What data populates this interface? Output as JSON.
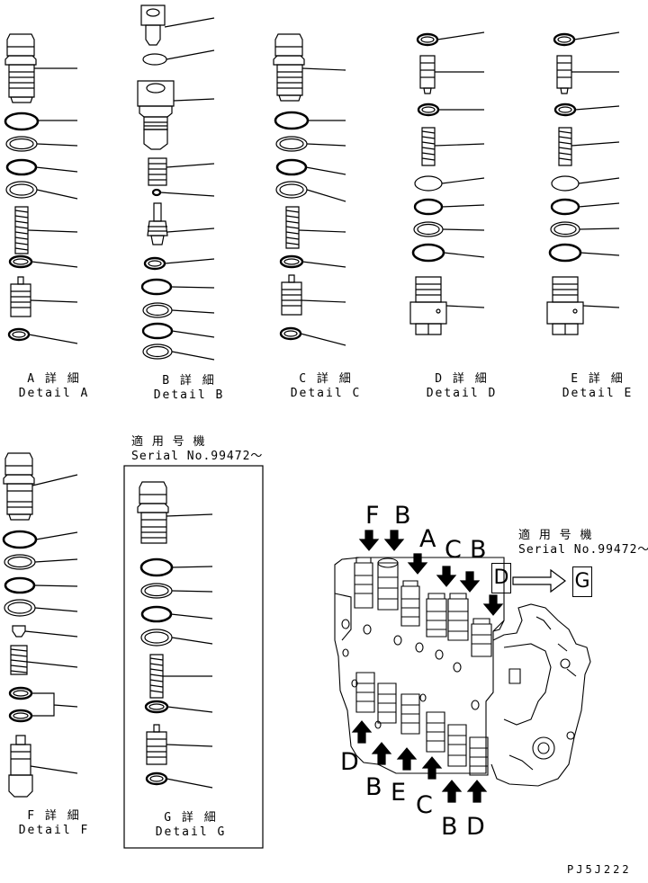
{
  "details": [
    {
      "id": "A",
      "jp": "A 詳 細",
      "en": "Detail A"
    },
    {
      "id": "B",
      "jp": "B 詳 細",
      "en": "Detail B"
    },
    {
      "id": "C",
      "jp": "C 詳 細",
      "en": "Detail C"
    },
    {
      "id": "D",
      "jp": "D 詳 細",
      "en": "Detail D"
    },
    {
      "id": "E",
      "jp": "E 詳 細",
      "en": "Detail E"
    },
    {
      "id": "F",
      "jp": "F 詳 細",
      "en": "Detail F"
    },
    {
      "id": "G",
      "jp": "G 詳 細",
      "en": "Detail G"
    }
  ],
  "serial_note": {
    "jp": "適 用 号 機",
    "en": "Serial No.99472～"
  },
  "assembly": {
    "top_letters": [
      "F",
      "B",
      "A",
      "C",
      "B"
    ],
    "bottom_letters": [
      "D",
      "B",
      "E",
      "C",
      "B",
      "D"
    ],
    "box_from": "D",
    "box_to": "G"
  },
  "drawing_code": "PJ5J222"
}
